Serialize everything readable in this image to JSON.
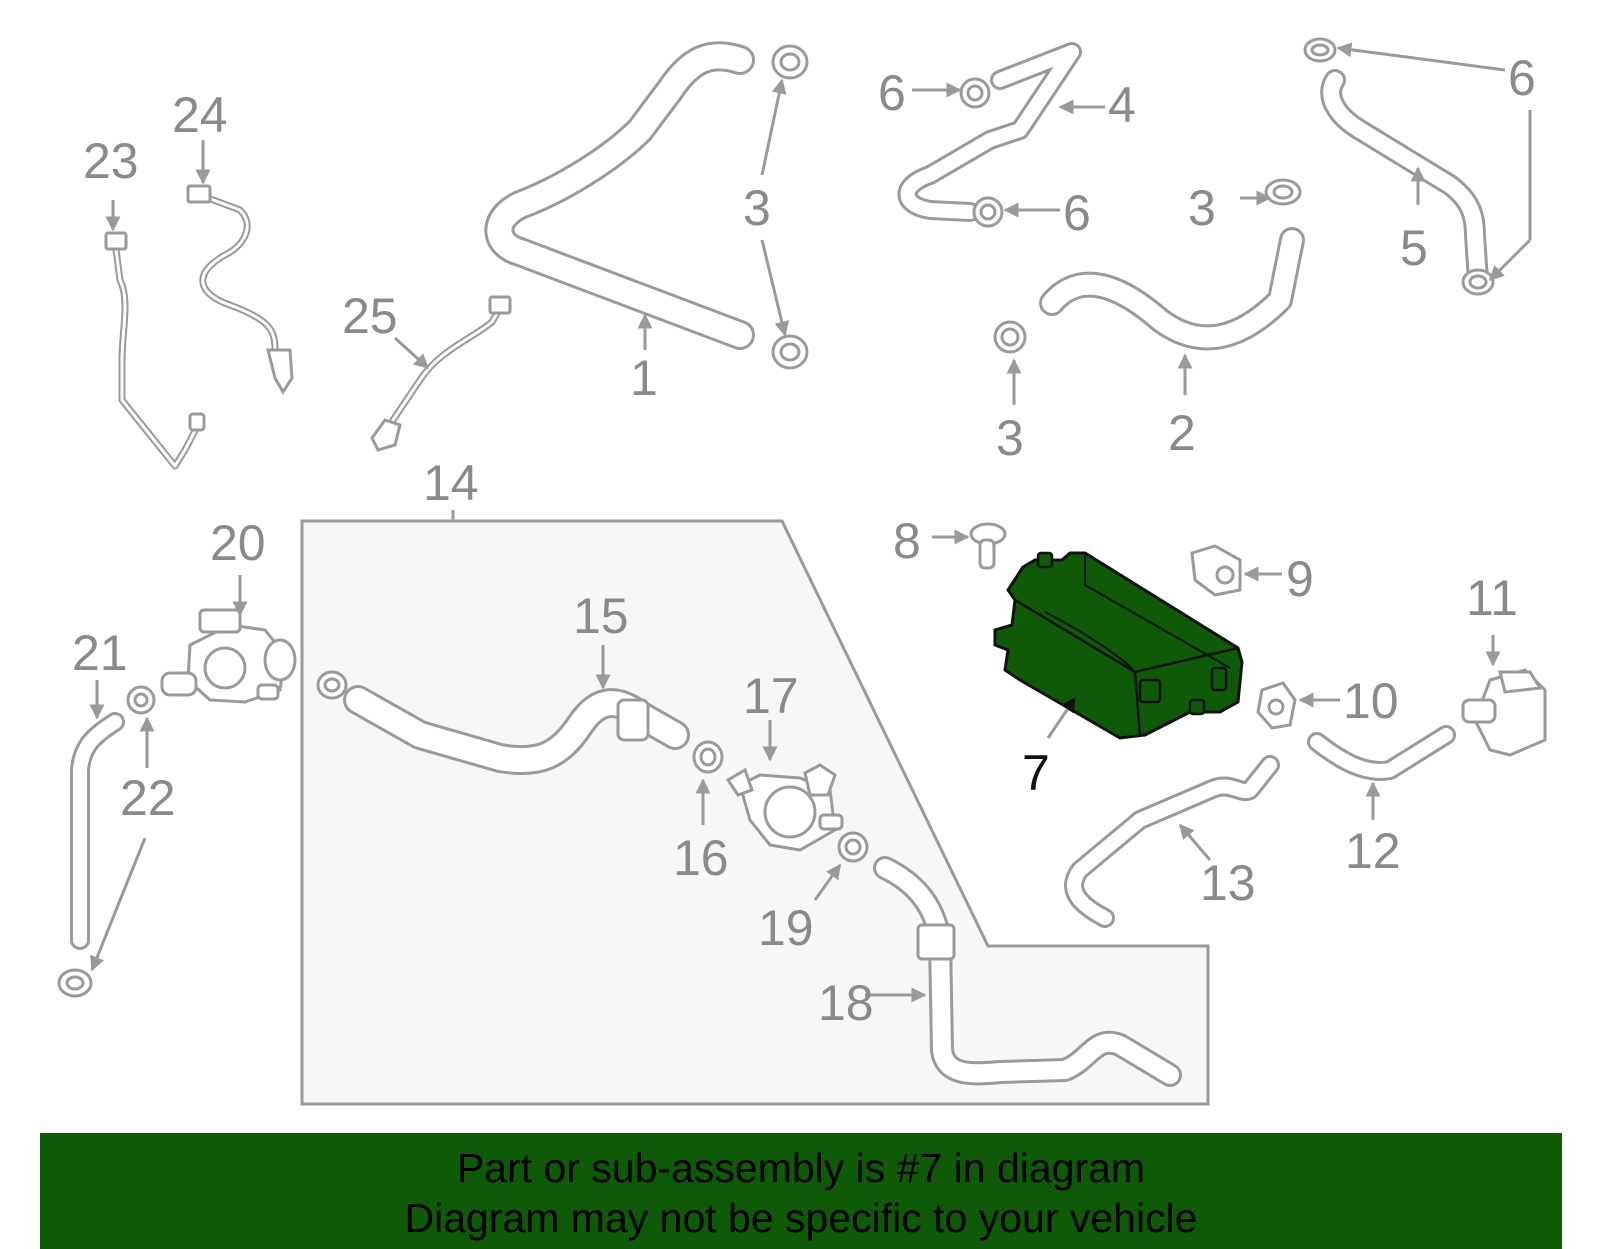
{
  "colors": {
    "highlight_part": "#0f5a07",
    "banner_background": "#0f5a07",
    "line_art": "#9a9a9a",
    "subassembly_box": "#f7f7f7"
  },
  "diagram": {
    "highlighted_callout": "7",
    "callouts": [
      "1",
      "2",
      "3",
      "3",
      "3",
      "3",
      "4",
      "5",
      "6",
      "6",
      "6",
      "7",
      "8",
      "9",
      "10",
      "11",
      "12",
      "13",
      "14",
      "15",
      "16",
      "17",
      "18",
      "19",
      "20",
      "21",
      "22",
      "23",
      "24",
      "25"
    ]
  },
  "banner": {
    "line1": "Part or sub-assembly is #7 in diagram",
    "line2": "Diagram may not be specific to your vehicle"
  }
}
